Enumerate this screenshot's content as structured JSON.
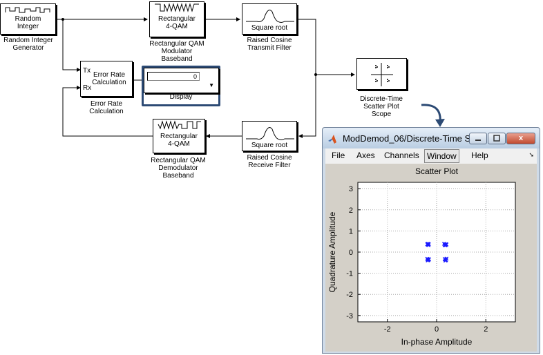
{
  "blocks": {
    "random_integer": {
      "inner": "Random\nInteger",
      "label": "Random Integer\nGenerator"
    },
    "qam_mod": {
      "inner": "Rectangular\n4-QAM",
      "label": "Rectangular QAM\nModulator\nBaseband"
    },
    "tx_filter": {
      "inner": "Square root",
      "label": "Raised Cosine\nTransmit Filter"
    },
    "error_rate": {
      "inner": "Error Rate\nCalculation",
      "label": "Error Rate\nCalculation",
      "port_tx": "Tx",
      "port_rx": "Rx"
    },
    "display": {
      "value": "0",
      "label": "Display"
    },
    "scatter_scope": {
      "label": "Discrete-Time\nScatter Plot\nScope"
    },
    "qam_demod": {
      "inner": "Rectangular\n4-QAM",
      "label": "Rectangular QAM\nDemodulator\nBaseband"
    },
    "rx_filter": {
      "inner": "Square root",
      "label": "Raised Cosine\nReceive Filter"
    }
  },
  "window": {
    "title": "ModDemod_06/Discrete-Time S...",
    "menu": [
      "File",
      "Axes",
      "Channels",
      "Window",
      "Help"
    ],
    "active_menu": "Window",
    "icons": [
      "matlab-logo-icon",
      "minimize-icon",
      "maximize-icon",
      "close-icon"
    ],
    "close_glyph": "x"
  },
  "chart_data": {
    "type": "scatter",
    "title": "Scatter Plot",
    "xlabel": "In-phase Amplitude",
    "ylabel": "Quadrature Amplitude",
    "xlim": [
      -3.2,
      3.2
    ],
    "ylim": [
      -3.3,
      3.3
    ],
    "xticks": [
      -2,
      0,
      2
    ],
    "yticks": [
      3,
      2,
      1,
      0,
      -1,
      -2,
      -3
    ],
    "grid": true,
    "marker_color": "#1a1aff",
    "points": [
      [
        -0.35,
        0.35
      ],
      [
        -0.38,
        0.37
      ],
      [
        -0.33,
        0.33
      ],
      [
        -0.36,
        0.39
      ],
      [
        -0.32,
        0.38
      ],
      [
        0.35,
        0.35
      ],
      [
        0.38,
        0.37
      ],
      [
        0.33,
        0.33
      ],
      [
        0.36,
        0.32
      ],
      [
        0.4,
        0.36
      ],
      [
        0.31,
        0.39
      ],
      [
        -0.35,
        -0.35
      ],
      [
        -0.38,
        -0.32
      ],
      [
        -0.33,
        -0.37
      ],
      [
        -0.36,
        -0.39
      ],
      [
        -0.31,
        -0.34
      ],
      [
        0.35,
        -0.35
      ],
      [
        0.38,
        -0.38
      ],
      [
        0.33,
        -0.33
      ],
      [
        0.36,
        -0.4
      ],
      [
        0.4,
        -0.31
      ]
    ]
  }
}
